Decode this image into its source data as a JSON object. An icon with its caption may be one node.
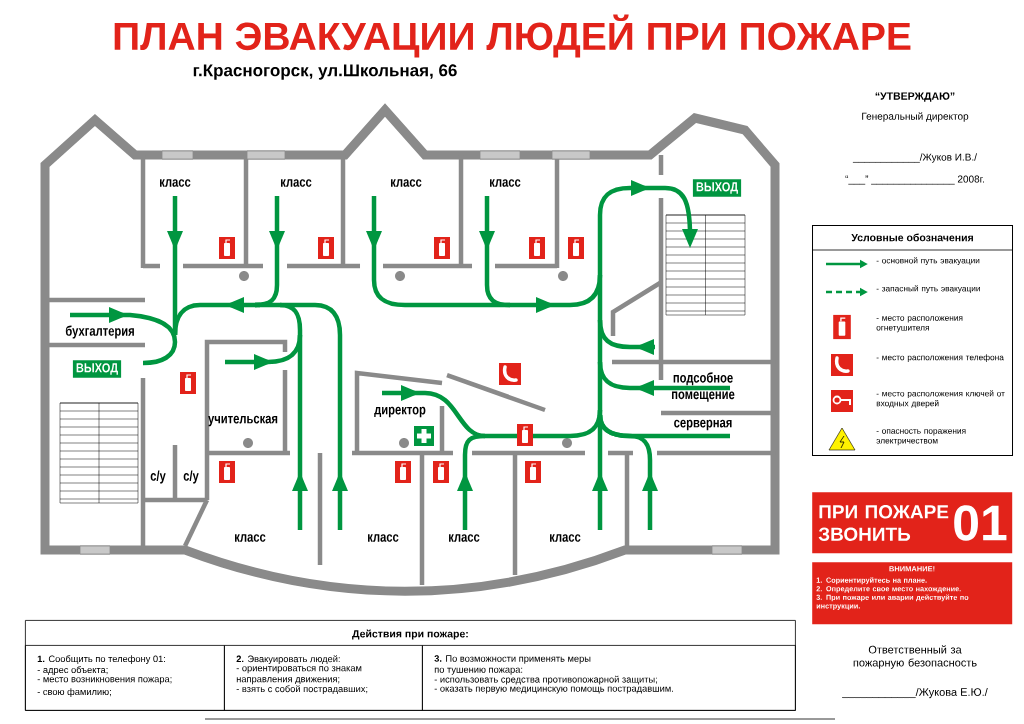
{
  "diagram": {
    "title": "ПЛАН ЭВАКУАЦИИ ЛЮДЕЙ ПРИ ПОЖАРЕ",
    "nodes": [
      {
        "text": [
          "ВЫХОД"
        ]
      },
      {
        "text": [
          "ВЫХОД"
        ]
      },
      {
        "text": [
          "Условные обозначения"
        ]
      },
      {
        "text": [
          "ПРИ ПОЖАРЕ ЗВОНИТЬ",
          "01"
        ]
      },
      {
        "text": [
          "ВНИМАНИЕ!",
          "1. Сориентируйтесь на плане.",
          "2. Определите свое место нахождение.",
          "3. При пожаре или аварии действуйте по инструкции."
        ]
      },
      {
        "text": [
          "Действия при пожаре:"
        ]
      },
      {
        "text": [
          "**1.** Сообщить по телефону 01:",
          "- адрес объекта;",
          "- место возникновения пожара;",
          "- свою фамилию;"
        ],
        "in": 5
      },
      {
        "text": [
          "**2.** Эвакуировать людей:",
          "- ориентироваться по знакам направления движения;",
          "- взять с собой пострадавших;"
        ],
        "in": 5
      },
      {
        "text": [
          "**3.** По возможности применять меры по тушению пожара:",
          "- использовать средства противопожарной защиты;",
          "- оказать первую медицинскую помощь пострадавшим."
        ],
        "in": 5
      }
    ],
    "labels": [
      "г.Красногорск, ул.Школьная, 66",
      "“УТВЕРЖДАЮ”",
      "Генеральный директор",
      "____________/Жуков И.В./",
      "класс",
      "класс",
      "класс",
      "класс",
      "“___” _______________ 2008г.",
      "бухгалтерия",
      "подсобное помещение",
      "директор",
      "учительская",
      "серверная",
      "с/у",
      "с/у",
      "класс",
      "класс",
      "класс",
      "класс",
      "Ответственный за пожарную безопасность",
      "____________/Жукова Е.Ю./"
    ],
    "legend": [
      {
        "text": "- основной путь эвакуации"
      },
      {
        "text": "- запасный путь эвакуации"
      },
      {
        "text": "- место расположения огнетушителя"
      },
      {
        "text": "- место расположения телефона"
      },
      {
        "text": "- место расположения ключей от входных дверей"
      },
      {
        "text": "- опасность поражения электричеством"
      }
    ]
  }
}
